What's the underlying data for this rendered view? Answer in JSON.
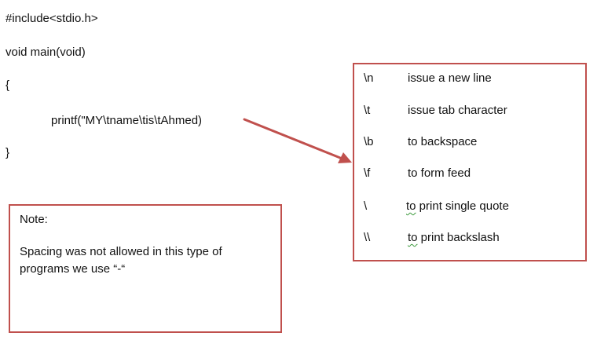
{
  "code": {
    "lines": [
      "#include<stdio.h>",
      "void main(void)",
      "{",
      "printf(\"MY\\tname\\tis\\tAhmed)",
      "}"
    ]
  },
  "escapes": [
    {
      "code": "\\n",
      "desc": "issue a new line"
    },
    {
      "code": "\\t",
      "desc": "issue tab character"
    },
    {
      "code": "\\b",
      "desc": "to backspace"
    },
    {
      "code": "\\f",
      "desc": "to form feed"
    },
    {
      "code": "\\",
      "desc_first": "to",
      "desc_rest": " print single quote"
    },
    {
      "code": "\\\\",
      "desc_first": "to",
      "desc_rest": " print backslash"
    }
  ],
  "note": {
    "title": "Note:",
    "body": "Spacing was not allowed in this type of programs we use “-“"
  },
  "colors": {
    "accent": "#c0504d",
    "squiggle": "#3c9a3c"
  },
  "icons": {
    "connector": "arrow-right-icon"
  }
}
